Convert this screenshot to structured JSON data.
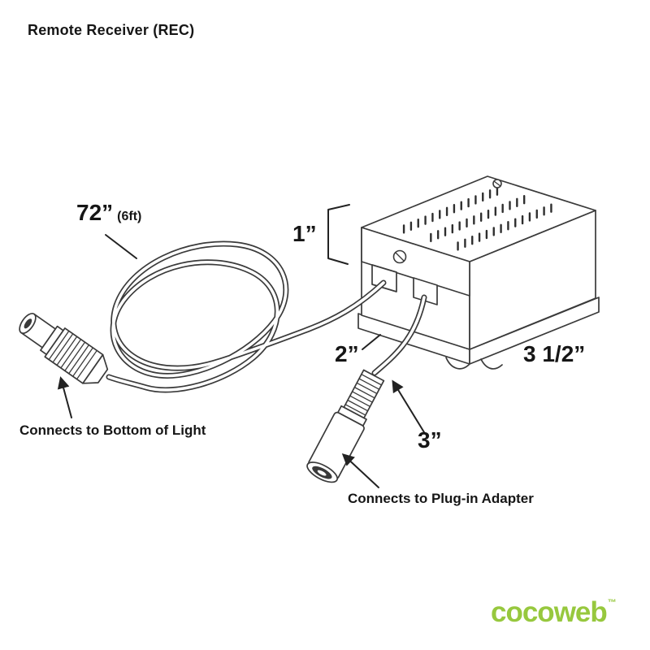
{
  "title": "Remote Receiver (REC)",
  "dimensions": {
    "cable_length": "72”",
    "cable_length_alt": "(6ft)",
    "receiver_height": "1”",
    "receiver_depth": "2”",
    "receiver_width": "3 1/2”",
    "jack_length": "3”"
  },
  "annotations": {
    "left_connector": "Connects to Bottom of Light",
    "bottom_connector": "Connects to Plug-in Adapter"
  },
  "logo": {
    "text": "cocoweb",
    "trademark": "™",
    "color": "#97c83e"
  },
  "colors": {
    "line": "#3a3a3a",
    "text": "#161616"
  }
}
